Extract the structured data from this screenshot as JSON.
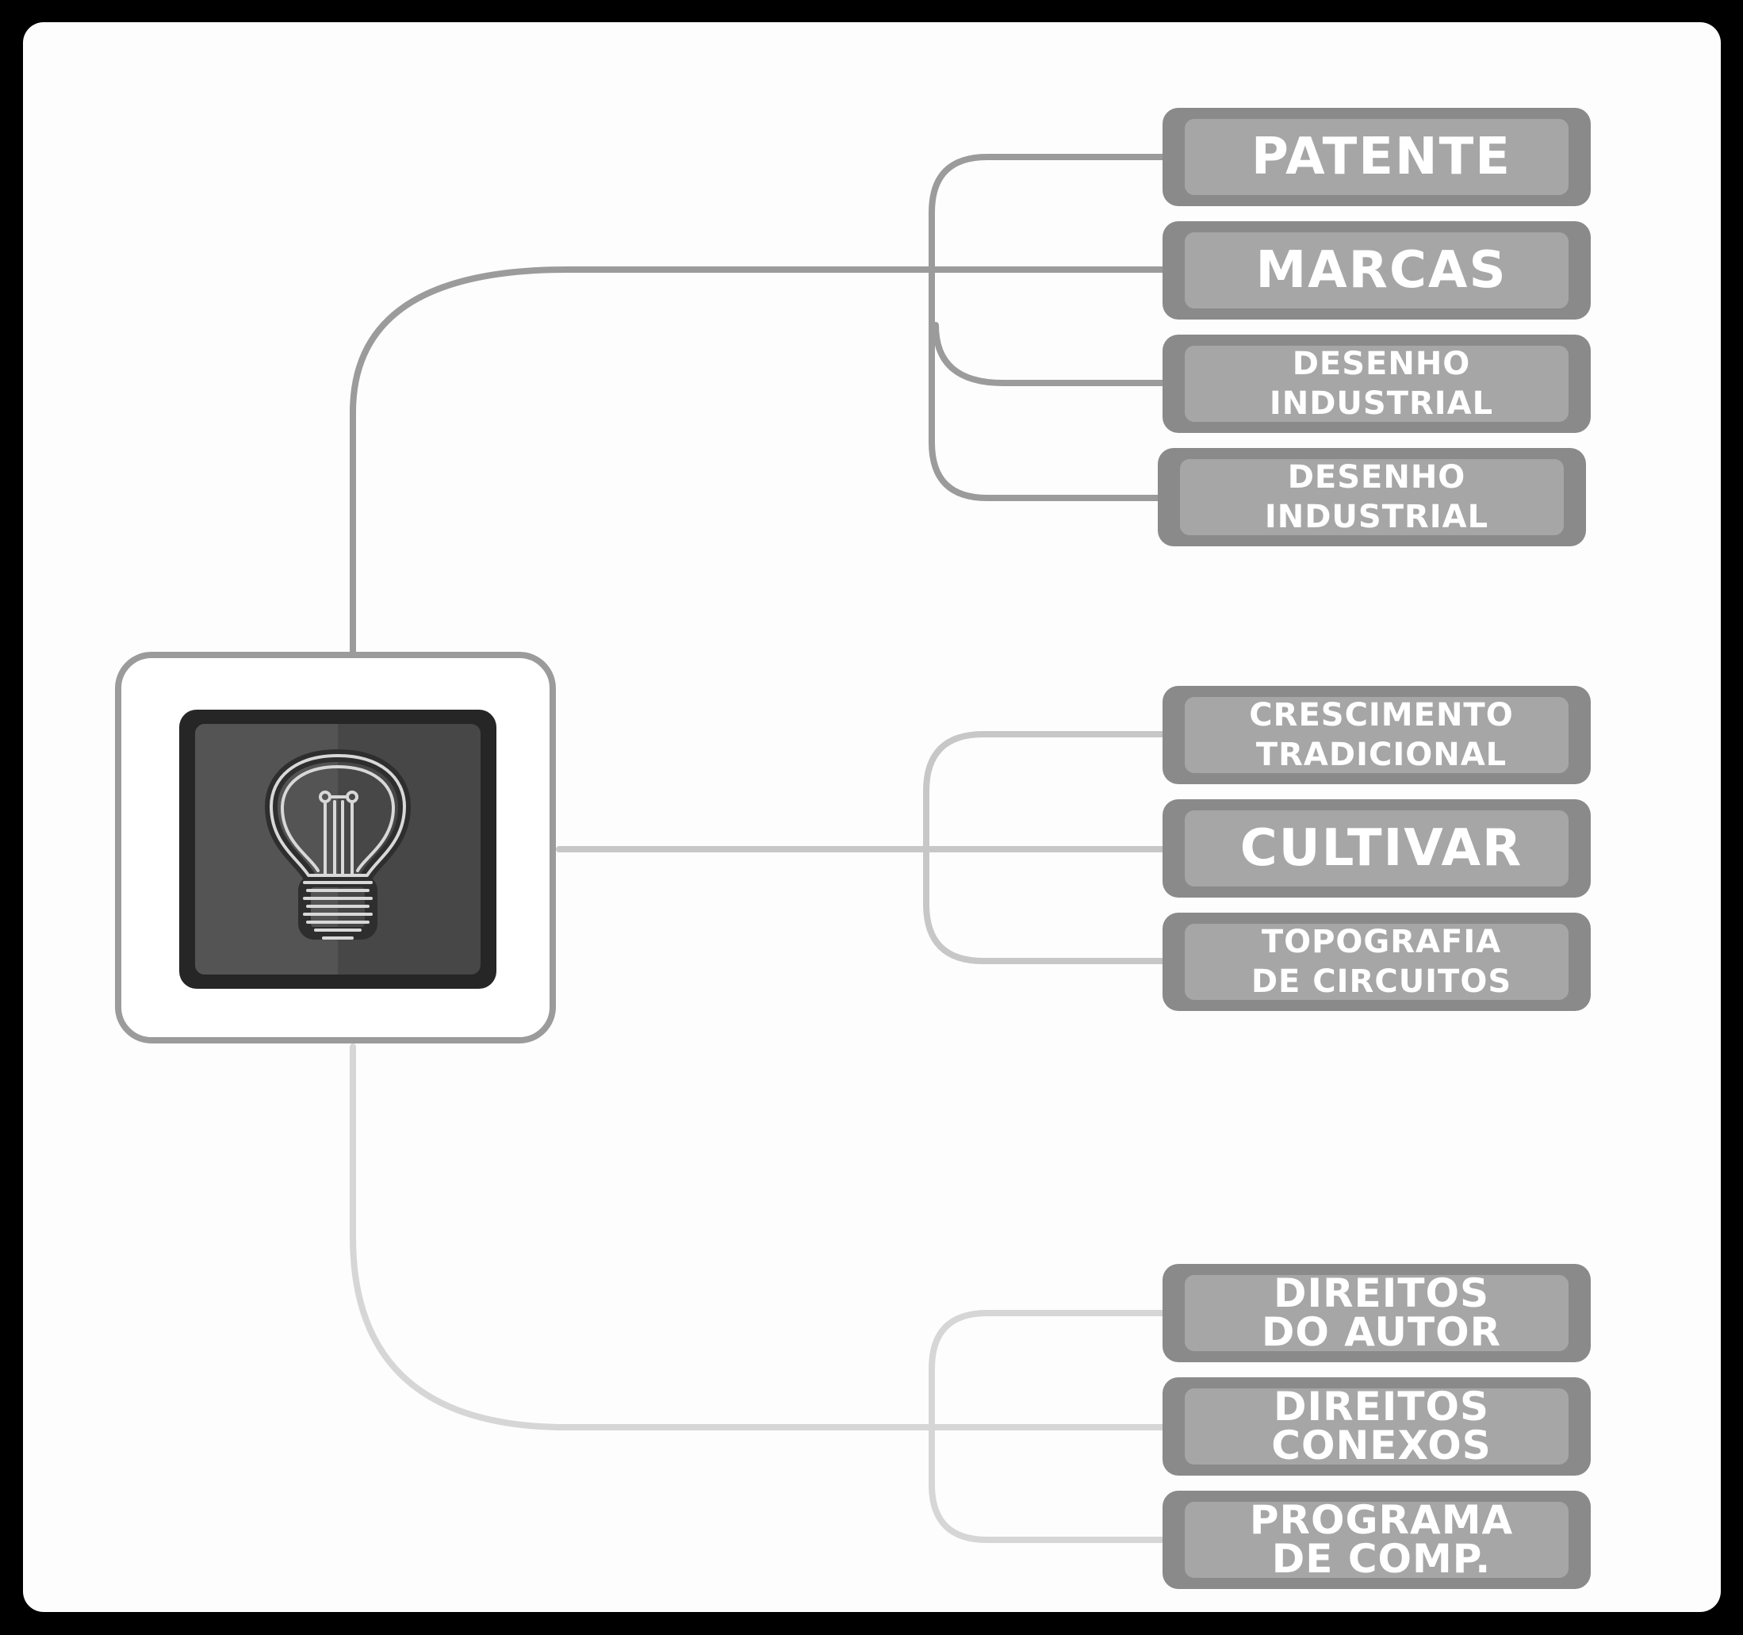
{
  "hub": {
    "icon": "lightbulb-icon"
  },
  "colors": {
    "background": "#fdfdfd",
    "frame": "#000000",
    "connector_top": "#9b9b9b",
    "connector_middle": "#c7c7c7",
    "connector_bottom": "#d6d6d6",
    "node_outer": "#8a8a8a",
    "node_inner": "#a6a6a6",
    "label": "#ffffff"
  },
  "groups": [
    {
      "name": "top",
      "items": [
        {
          "line1": "PATENTE",
          "line2": ""
        },
        {
          "line1": "MARCAS",
          "line2": ""
        },
        {
          "line1": "DESENHO",
          "line2": "INDUSTRIAL"
        },
        {
          "line1": "DESENHO",
          "line2": "INDUSTRIAL"
        }
      ]
    },
    {
      "name": "middle",
      "items": [
        {
          "line1": "CRESCIMENTO",
          "line2": "TRADICIONAL"
        },
        {
          "line1": "CULTIVAR",
          "line2": ""
        },
        {
          "line1": "TOPOGRAFIA",
          "line2": "DE CIRCUITOS"
        }
      ]
    },
    {
      "name": "bottom",
      "items": [
        {
          "line1": "DIREITOS",
          "line2": "DO AUTOR"
        },
        {
          "line1": "DIREITOS",
          "line2": "CONEXOS"
        },
        {
          "line1": "PROGRAMA",
          "line2": "DE COMP."
        }
      ]
    }
  ]
}
